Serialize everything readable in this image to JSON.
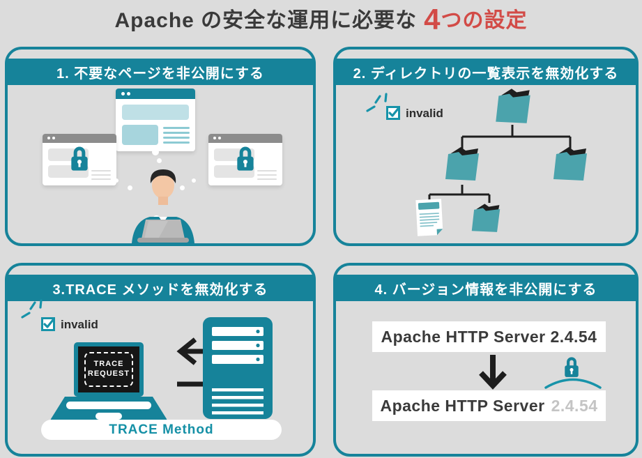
{
  "title": {
    "main": "Apache の安全な運用に必要な",
    "accent_number": "4",
    "accent_text": "つの設定"
  },
  "panel1": {
    "header": "1. 不要なページを非公開にする"
  },
  "panel2": {
    "header": "2. ディレクトリの一覧表示を無効化する",
    "checkbox_label": "invalid"
  },
  "panel3": {
    "header": "3.TRACE メソッドを無効化する",
    "checkbox_label": "invalid",
    "screen_line1": "TRACE",
    "screen_line2": "REQUEST",
    "caption": "TRACE Method"
  },
  "panel4": {
    "header": "4. バージョン情報を非公開にする",
    "before_label": "Apache HTTP Server 2.4.54",
    "after_name": "Apache HTTP Server",
    "after_version": "2.4.54"
  },
  "icons": {
    "lock": "padlock",
    "folder": "folder",
    "document": "document-page",
    "checkbox": "checked-checkbox",
    "sparkle": "emphasis-rays",
    "laptop": "laptop",
    "server": "server-tower",
    "person": "person-at-laptop",
    "arrow_left": "left-arrow",
    "arrow_right": "right-arrow",
    "arrow_down": "down-arrow",
    "browser": "browser-window",
    "protection_arc": "hiding-dome-arc"
  },
  "colors": {
    "teal": "#16839A",
    "folder_teal": "#4BA3AC",
    "accent_red": "#D24B47",
    "background": "#DCDCDC",
    "text_dark": "#2B2B2B",
    "muted_version": "#C4C4C4"
  }
}
